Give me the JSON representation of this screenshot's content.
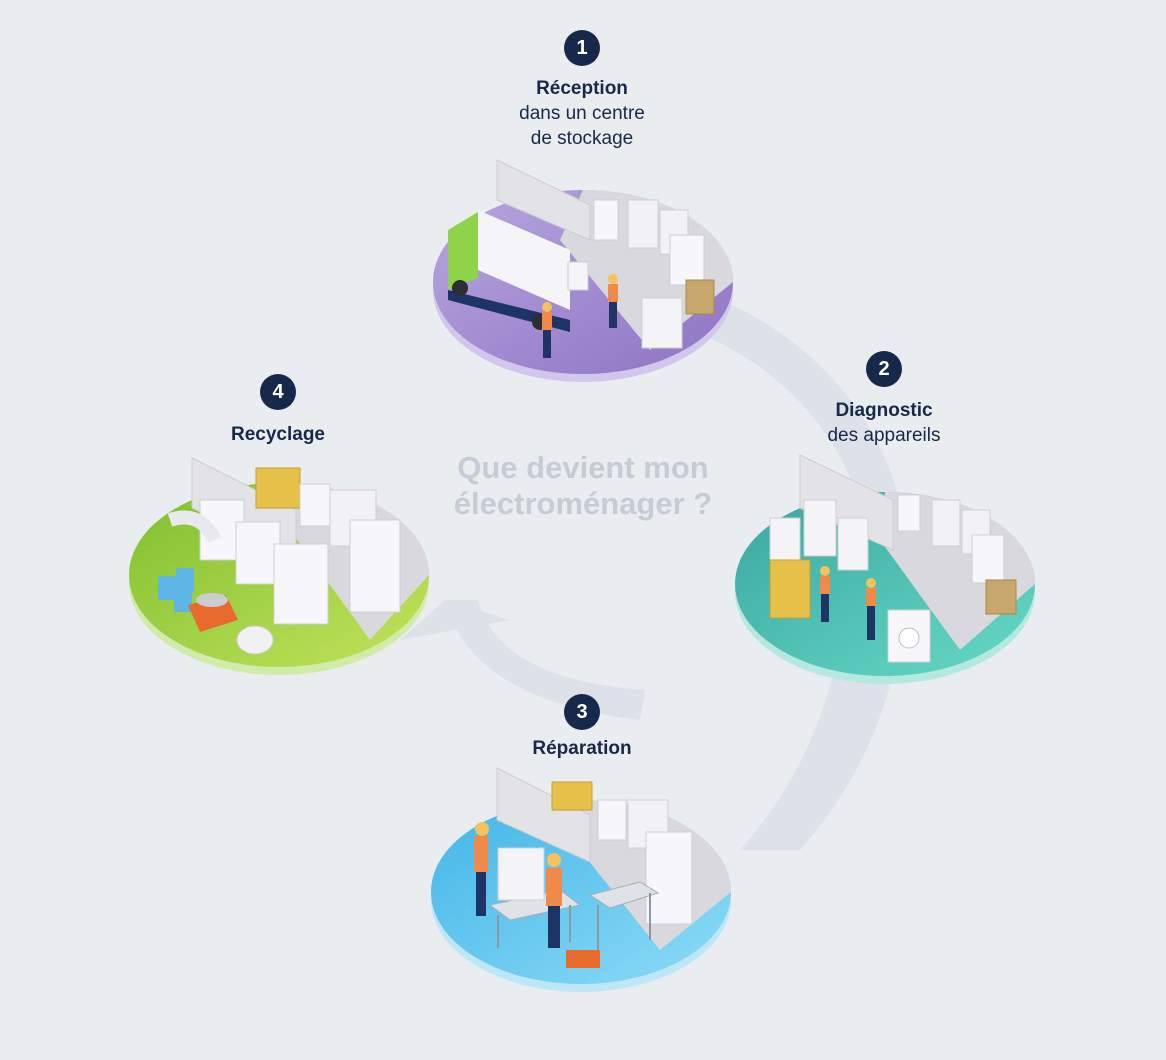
{
  "center_title": {
    "line1": "Que devient mon",
    "line2": "électroménager ?"
  },
  "steps": [
    {
      "number": "1",
      "title": "Réception",
      "line1": "dans un centre",
      "line2": "de stockage",
      "platform_color": "#a48bd0"
    },
    {
      "number": "2",
      "title": "Diagnostic",
      "line1": "des appareils",
      "line2": "",
      "platform_color": "#4fc9b5"
    },
    {
      "number": "3",
      "title": "Réparation",
      "line1": "",
      "line2": "",
      "platform_color": "#5ec7ee"
    },
    {
      "number": "4",
      "title": "Recyclage",
      "line1": "",
      "line2": "",
      "platform_color": "#9fd13f"
    }
  ],
  "colors": {
    "badge": "#17294a",
    "text": "#17294a",
    "cycle_arrow": "#dde2e8",
    "background": "#eaedf0"
  }
}
